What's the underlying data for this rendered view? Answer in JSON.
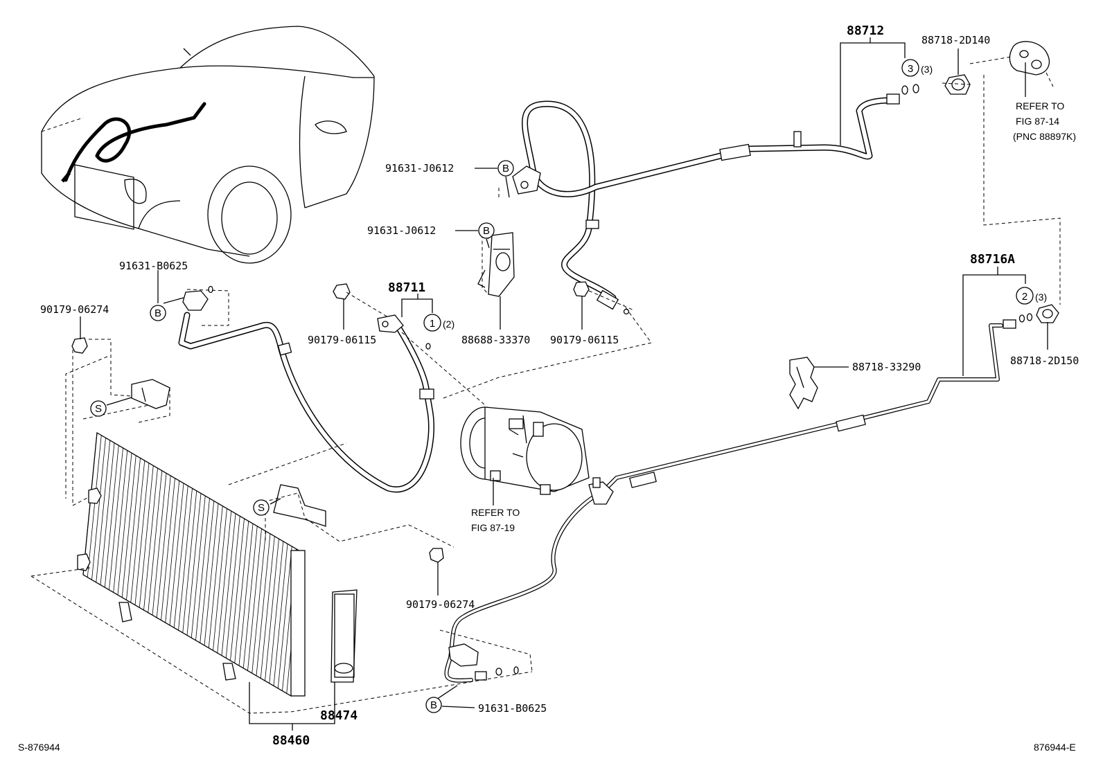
{
  "parts": {
    "p88712": "88712",
    "p88718_2D140": "88718-2D140",
    "p88716A": "88716A",
    "p88718_2D150": "88718-2D150",
    "p88718_33290": "88718-33290",
    "p88711": "88711",
    "p91631_J0612_a": "91631-J0612",
    "p91631_J0612_b": "91631-J0612",
    "p88688_33370": "88688-33370",
    "p90179_06115_a": "90179-06115",
    "p90179_06115_b": "90179-06115",
    "p91631_B0625_a": "91631-B0625",
    "p90179_06274_a": "90179-06274",
    "p90179_06274_b": "90179-06274",
    "p91631_B0625_b": "91631-B0625",
    "p88474": "88474",
    "p88460": "88460"
  },
  "callouts": {
    "c3": "3",
    "c3_qty": "(3)",
    "c2": "2",
    "c2_qty": "(3)",
    "c1": "1",
    "c1_qty": "(2)",
    "b1": "B",
    "b2": "B",
    "b3": "B",
    "b4": "B",
    "s1": "S",
    "s2": "S"
  },
  "notes": {
    "refer_top_line1": "REFER TO",
    "refer_top_line2": "FIG 87-14",
    "refer_top_line3": "(PNC 88897K)",
    "refer_comp_line1": "REFER TO",
    "refer_comp_line2": "FIG 87-19"
  },
  "footer": {
    "left_id": "S-876944",
    "right_id": "876944-E"
  }
}
